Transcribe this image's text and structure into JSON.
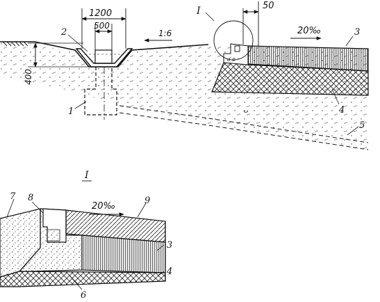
{
  "diagram": {
    "dimensions": {
      "ditch_top_width": "1200",
      "ditch_bottom_width": "500",
      "gap": "50",
      "ditch_depth": "400"
    },
    "slope_left": "1:6",
    "slope_right": "20‰",
    "detail_marker": "I",
    "detail_title": "I",
    "detail_slope": "20‰",
    "callouts": {
      "c1": "1",
      "c2": "2",
      "c3": "3",
      "c4": "4",
      "c5": "5",
      "d3": "3",
      "d4": "4",
      "d6": "6",
      "d7": "7",
      "d8": "8",
      "d9": "9"
    }
  }
}
